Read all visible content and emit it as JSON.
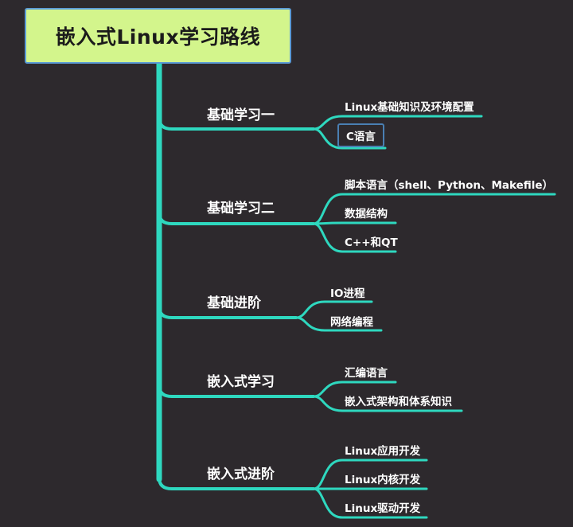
{
  "root": {
    "label": "嵌入式Linux学习路线"
  },
  "branches": [
    {
      "label": "基础学习一",
      "leaves": [
        {
          "label": "Linux基础知识及环境配置"
        },
        {
          "label": "C语言",
          "selected": true
        }
      ]
    },
    {
      "label": "基础学习二",
      "leaves": [
        {
          "label": "脚本语言（shell、Python、Makefile）"
        },
        {
          "label": "数据结构"
        },
        {
          "label": "C++和QT"
        }
      ]
    },
    {
      "label": "基础进阶",
      "leaves": [
        {
          "label": "IO进程"
        },
        {
          "label": "网络编程"
        }
      ]
    },
    {
      "label": "嵌入式学习",
      "leaves": [
        {
          "label": "汇编语言"
        },
        {
          "label": "嵌入式架构和体系知识"
        }
      ]
    },
    {
      "label": "嵌入式进阶",
      "leaves": [
        {
          "label": "Linux应用开发"
        },
        {
          "label": "Linux内核开发"
        },
        {
          "label": "Linux驱动开发"
        }
      ]
    }
  ],
  "colors": {
    "background": "#2d292d",
    "connector": "#2ed8bf",
    "root_fill": "#d3f58c",
    "root_border": "#5b9bd5",
    "selection_border": "#4a7fb3",
    "text": "#ffffff"
  }
}
